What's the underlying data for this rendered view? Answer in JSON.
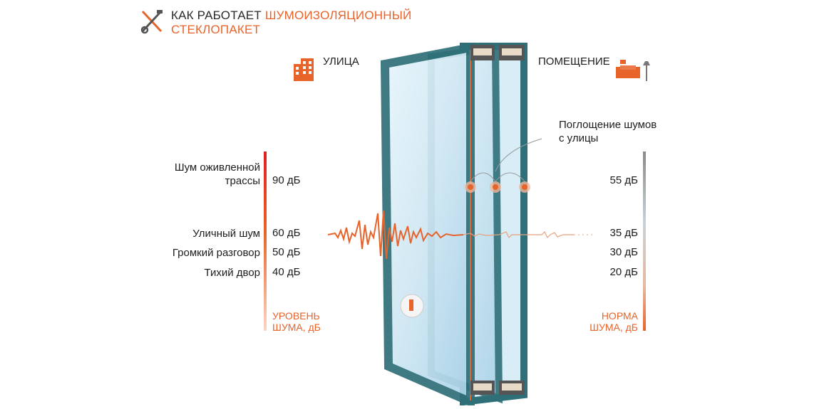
{
  "title": {
    "line1_dark": "КАК РАБОТАЕТ",
    "line1_accent": "ШУМОИЗОЛЯЦИОННЫЙ",
    "line2_accent": "СТЕКЛОПАКЕТ",
    "icon": "crossed-tools-icon"
  },
  "street": {
    "label": "УЛИЦА",
    "icon": "building-icon"
  },
  "room": {
    "label": "ПОМЕЩЕНИЕ",
    "icon": "sofa-lamp-icon"
  },
  "annotation": {
    "line1": "Поглощение шумов",
    "line2": "с улицы"
  },
  "outside_scale": {
    "caption_line1": "УРОВЕНЬ",
    "caption_line2": "ШУМА, дБ",
    "items": [
      {
        "label_line1": "Шум оживленной",
        "label_line2": "трассы",
        "value": "90 дБ"
      },
      {
        "label_line1": "Уличный шум",
        "label_line2": "",
        "value": "60 дБ"
      },
      {
        "label_line1": "Громкий разговор",
        "label_line2": "",
        "value": "50 дБ"
      },
      {
        "label_line1": "Тихий двор",
        "label_line2": "",
        "value": "40 дБ"
      }
    ]
  },
  "inside_scale": {
    "caption_line1": "НОРМА",
    "caption_line2": "ШУМА, дБ",
    "values": [
      "55 дБ",
      "35 дБ",
      "30 дБ",
      "20 дБ"
    ]
  },
  "colors": {
    "accent": "#e8632a",
    "frame": "#2f6f78",
    "glass": "#cfe9f5",
    "wave": "#e8632a",
    "inside_bar_top": "#8a8a8a"
  }
}
